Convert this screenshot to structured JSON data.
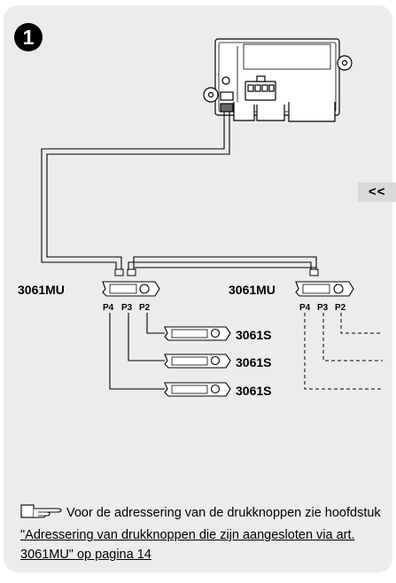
{
  "step": {
    "number": "1"
  },
  "nav": {
    "back_label": "<<"
  },
  "diagram": {
    "left_unit_label": "3061MU",
    "right_unit_label": "3061MU",
    "port_labels": [
      "P4",
      "P3",
      "P2"
    ],
    "button_labels": [
      "3061S",
      "3061S",
      "3061S"
    ]
  },
  "note": {
    "icon": "pointing-hand-icon",
    "text": "Voor de adressering van de drukknoppen zie hoofdstuk ",
    "link_text": "\"Adressering van drukknoppen die zijn aangesloten via art. 3061MU\" op pagina 14"
  }
}
